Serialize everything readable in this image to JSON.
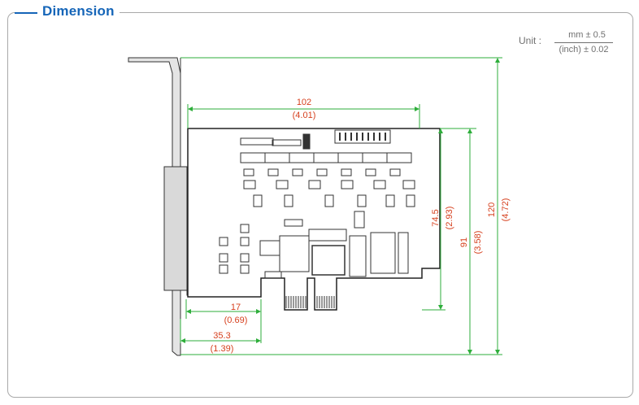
{
  "header": {
    "title": "Dimension"
  },
  "unit": {
    "label": "Unit :",
    "numerator": "mm ± 0.5",
    "denominator": "(inch) ± 0.02"
  },
  "dimensions": {
    "width_top": {
      "mm": "102",
      "inch": "(4.01)"
    },
    "height_inner": {
      "mm": "74.5",
      "inch": "(2.93)"
    },
    "height_mid": {
      "mm": "91",
      "inch": "(3.58)"
    },
    "height_total": {
      "mm": "120",
      "inch": "(4.72)"
    },
    "bottom_17": {
      "mm": "17",
      "inch": "(0.69)"
    },
    "bottom_35": {
      "mm": "35.3",
      "inch": "(1.39)"
    }
  },
  "colors": {
    "title": "#1565b8",
    "dimension_line": "#2eae3b",
    "dimension_text": "#d6401e",
    "board": "#222222"
  }
}
